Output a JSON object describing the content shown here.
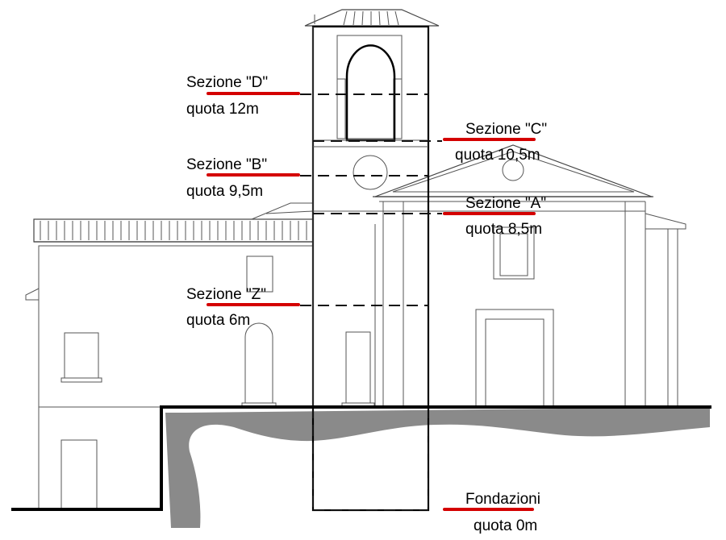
{
  "sections": [
    {
      "id": "d",
      "title": "Sezione \"D\"",
      "elevation": "quota 12m"
    },
    {
      "id": "c",
      "title": "Sezione \"C\"",
      "elevation": "quota 10,5m"
    },
    {
      "id": "b",
      "title": "Sezione \"B\"",
      "elevation": "quota 9,5m"
    },
    {
      "id": "a",
      "title": "Sezione \"A\"",
      "elevation": "quota 8,5m"
    },
    {
      "id": "z",
      "title": "Sezione \"Z\"",
      "elevation": "quota 6m"
    },
    {
      "id": "f",
      "title": "Fondazioni",
      "elevation": "quota 0m"
    }
  ],
  "colors": {
    "marker": "#d40000",
    "ground": "#8a8a8a",
    "lines": "#555555"
  }
}
